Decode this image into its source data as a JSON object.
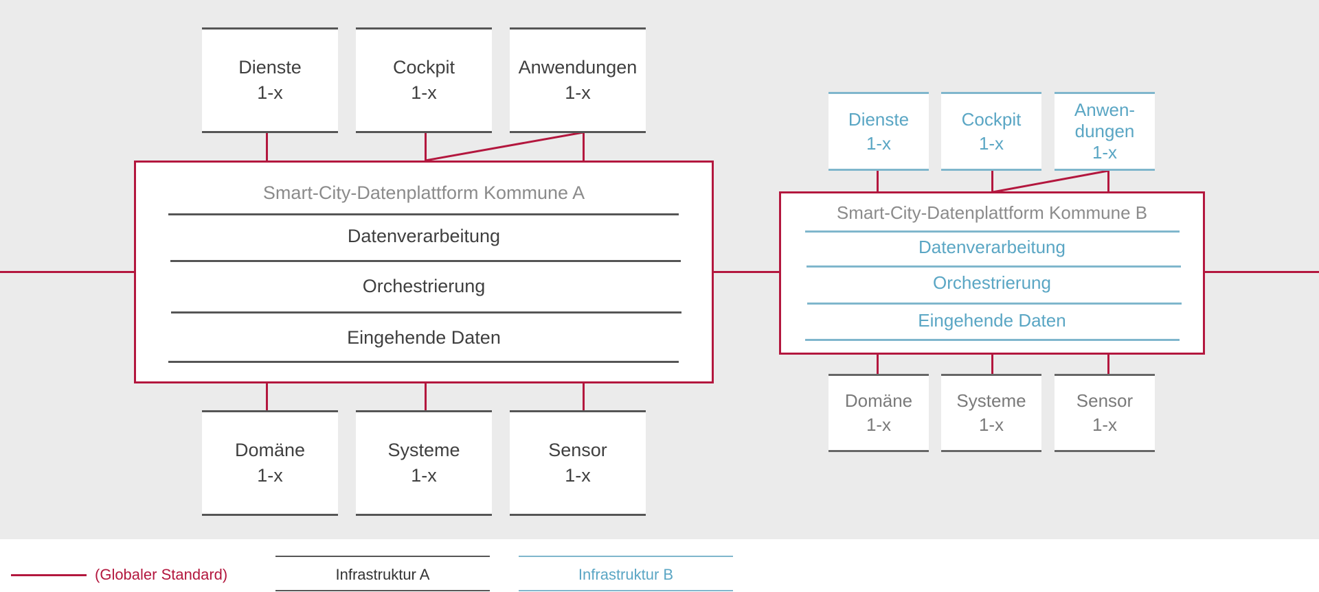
{
  "colors": {
    "standard": "#b3173e",
    "infra_a": "#555555",
    "infra_b": "#7fb6cc",
    "background": "#ebebeb"
  },
  "platform_a": {
    "title": "Smart-City-Datenplattform Kommune A",
    "layers": [
      "Datenverarbeitung",
      "Orchestrierung",
      "Eingehende Daten"
    ],
    "top_boxes": [
      {
        "line1": "Dienste",
        "line2": "1-x"
      },
      {
        "line1": "Cockpit",
        "line2": "1-x"
      },
      {
        "line1": "Anwendungen",
        "line2": "1-x"
      }
    ],
    "bottom_boxes": [
      {
        "line1": "Domäne",
        "line2": "1-x"
      },
      {
        "line1": "Systeme",
        "line2": "1-x"
      },
      {
        "line1": "Sensor",
        "line2": "1-x"
      }
    ]
  },
  "platform_b": {
    "title": "Smart-City-Datenplattform Kommune B",
    "layers": [
      "Datenverarbeitung",
      "Orchestrierung",
      "Eingehende Daten"
    ],
    "top_boxes": [
      {
        "line1": "Dienste",
        "line2": "1-x"
      },
      {
        "line1": "Cockpit",
        "line2": "1-x"
      },
      {
        "line1": "Anwen-",
        "line2": "dungen",
        "line3": "1-x"
      }
    ],
    "bottom_boxes": [
      {
        "line1": "Domäne",
        "line2": "1-x"
      },
      {
        "line1": "Systeme",
        "line2": "1-x"
      },
      {
        "line1": "Sensor",
        "line2": "1-x"
      }
    ]
  },
  "legend": {
    "standard": "(Globaler Standard)",
    "infra_a": "Infrastruktur A",
    "infra_b": "Infrastruktur B"
  }
}
